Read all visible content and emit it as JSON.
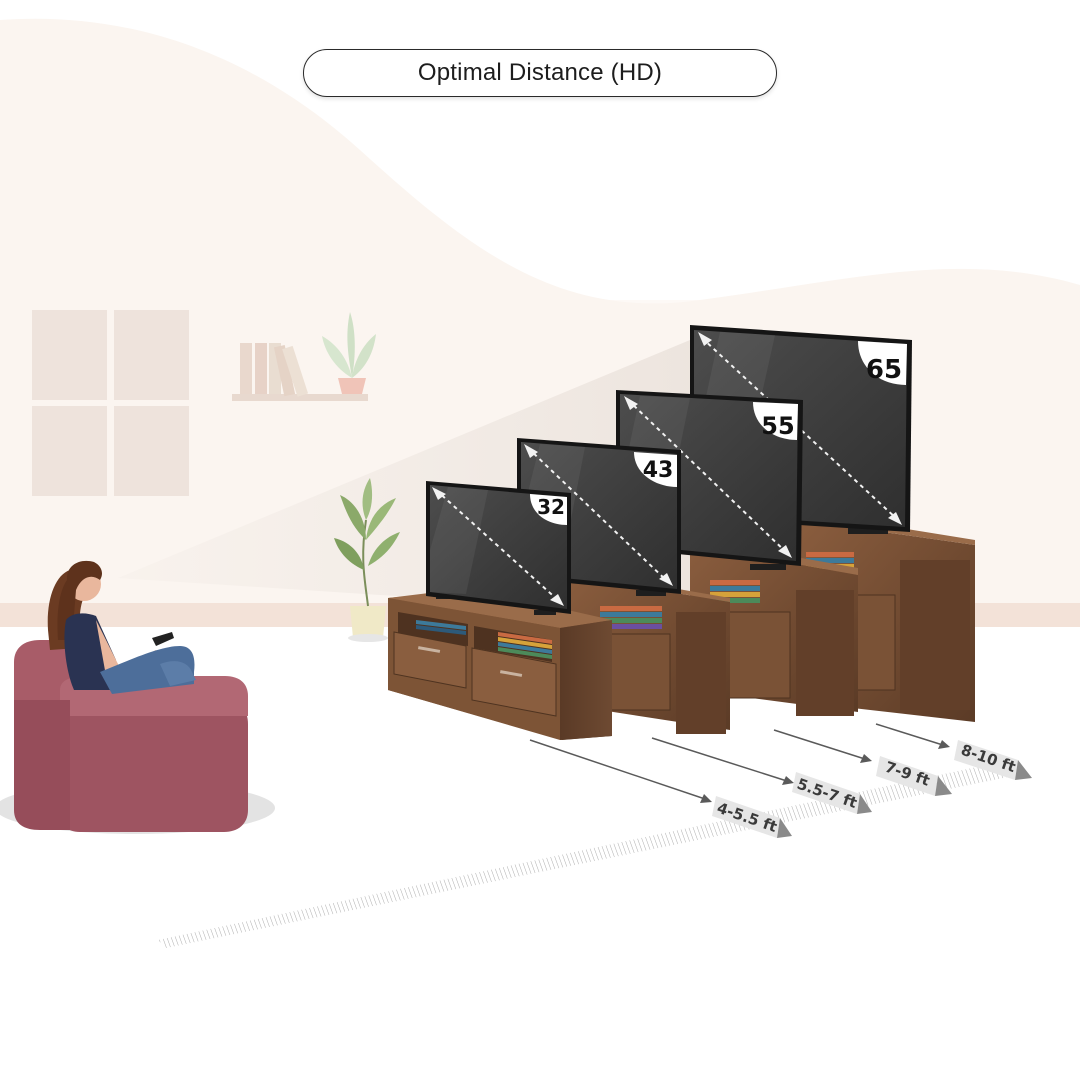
{
  "title": "Optimal Distance (HD)",
  "tvs": [
    {
      "size": "32",
      "distance": "4-5.5 ft"
    },
    {
      "size": "43",
      "distance": "5.5-7 ft"
    },
    {
      "size": "55",
      "distance": "7-9 ft"
    },
    {
      "size": "65",
      "distance": "8-10 ft"
    }
  ],
  "colors": {
    "wall": "#fbf5f0",
    "cabinet": "#6b4a33",
    "screen": "#3a3a3a",
    "sofa": "#a85c68"
  }
}
